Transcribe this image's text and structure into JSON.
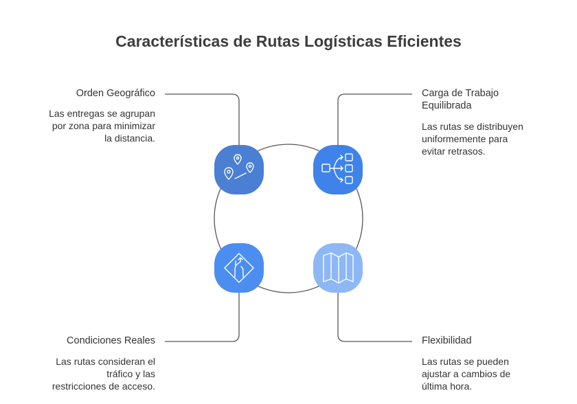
{
  "title": "Características de Rutas Logísticas Eficientes",
  "colors": {
    "node_1": "#4a7fd4",
    "node_2": "#3f82ea",
    "node_3": "#4b8ef0",
    "node_4": "#8db8f5",
    "connector": "#555555"
  },
  "items": [
    {
      "label": "Orden Geográfico",
      "desc_lines": [
        "Las entregas se agrupan",
        "por zona para minimizar",
        "la distancia."
      ],
      "icon": "map-pins-route-icon"
    },
    {
      "label_lines": [
        "Carga de Trabajo",
        "Equilibrada"
      ],
      "desc_lines": [
        "Las rutas se distribuyen",
        "uniformemente para",
        "evitar retrasos."
      ],
      "icon": "workload-distribution-icon"
    },
    {
      "label": "Condiciones Reales",
      "desc_lines": [
        "Las rutas consideran el",
        "tráfico y las",
        "restricciones de acceso."
      ],
      "icon": "road-sign-icon"
    },
    {
      "label": "Flexibilidad",
      "desc_lines": [
        "Las rutas se pueden",
        "ajustar a cambios de",
        "última hora."
      ],
      "icon": "folded-map-icon"
    }
  ]
}
